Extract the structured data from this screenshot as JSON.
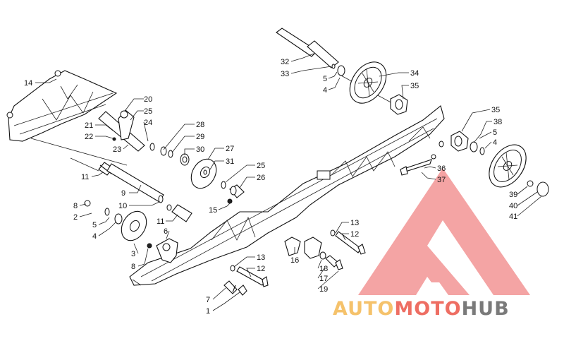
{
  "diagram": {
    "callouts": [
      {
        "id": "14",
        "text": "14"
      },
      {
        "id": "20",
        "text": "20"
      },
      {
        "id": "25a",
        "text": "25"
      },
      {
        "id": "24",
        "text": "24"
      },
      {
        "id": "21",
        "text": "21"
      },
      {
        "id": "22",
        "text": "22"
      },
      {
        "id": "23",
        "text": "23"
      },
      {
        "id": "28",
        "text": "28"
      },
      {
        "id": "29",
        "text": "29"
      },
      {
        "id": "30",
        "text": "30"
      },
      {
        "id": "27",
        "text": "27"
      },
      {
        "id": "31",
        "text": "31"
      },
      {
        "id": "25b",
        "text": "25"
      },
      {
        "id": "26",
        "text": "26"
      },
      {
        "id": "15",
        "text": "15"
      },
      {
        "id": "11a",
        "text": "11"
      },
      {
        "id": "9",
        "text": "9"
      },
      {
        "id": "10",
        "text": "10"
      },
      {
        "id": "11b",
        "text": "11"
      },
      {
        "id": "8a",
        "text": "8"
      },
      {
        "id": "2",
        "text": "2"
      },
      {
        "id": "5a",
        "text": "5"
      },
      {
        "id": "4a",
        "text": "4"
      },
      {
        "id": "6",
        "text": "6"
      },
      {
        "id": "3",
        "text": "3"
      },
      {
        "id": "8b",
        "text": "8"
      },
      {
        "id": "7",
        "text": "7"
      },
      {
        "id": "1",
        "text": "1"
      },
      {
        "id": "32",
        "text": "32"
      },
      {
        "id": "33",
        "text": "33"
      },
      {
        "id": "5b",
        "text": "5"
      },
      {
        "id": "4b",
        "text": "4"
      },
      {
        "id": "34",
        "text": "34"
      },
      {
        "id": "35a",
        "text": "35"
      },
      {
        "id": "35b",
        "text": "35"
      },
      {
        "id": "38",
        "text": "38"
      },
      {
        "id": "5c",
        "text": "5"
      },
      {
        "id": "4c",
        "text": "4"
      },
      {
        "id": "36",
        "text": "36"
      },
      {
        "id": "37",
        "text": "37"
      },
      {
        "id": "39",
        "text": "39"
      },
      {
        "id": "40",
        "text": "40"
      },
      {
        "id": "41",
        "text": "41"
      },
      {
        "id": "13a",
        "text": "13"
      },
      {
        "id": "12a",
        "text": "12"
      },
      {
        "id": "16",
        "text": "16"
      },
      {
        "id": "18",
        "text": "18"
      },
      {
        "id": "17",
        "text": "17"
      },
      {
        "id": "19",
        "text": "19"
      },
      {
        "id": "13b",
        "text": "13"
      },
      {
        "id": "12b",
        "text": "12"
      }
    ]
  },
  "watermark": {
    "part1": "AUTO",
    "part2": "MOTO",
    "part3": "HUB",
    "colors": {
      "auto": "#f5c26b",
      "moto": "#ee6e63",
      "hub": "#7a7a7a",
      "triangle": "#f07c7c"
    }
  }
}
